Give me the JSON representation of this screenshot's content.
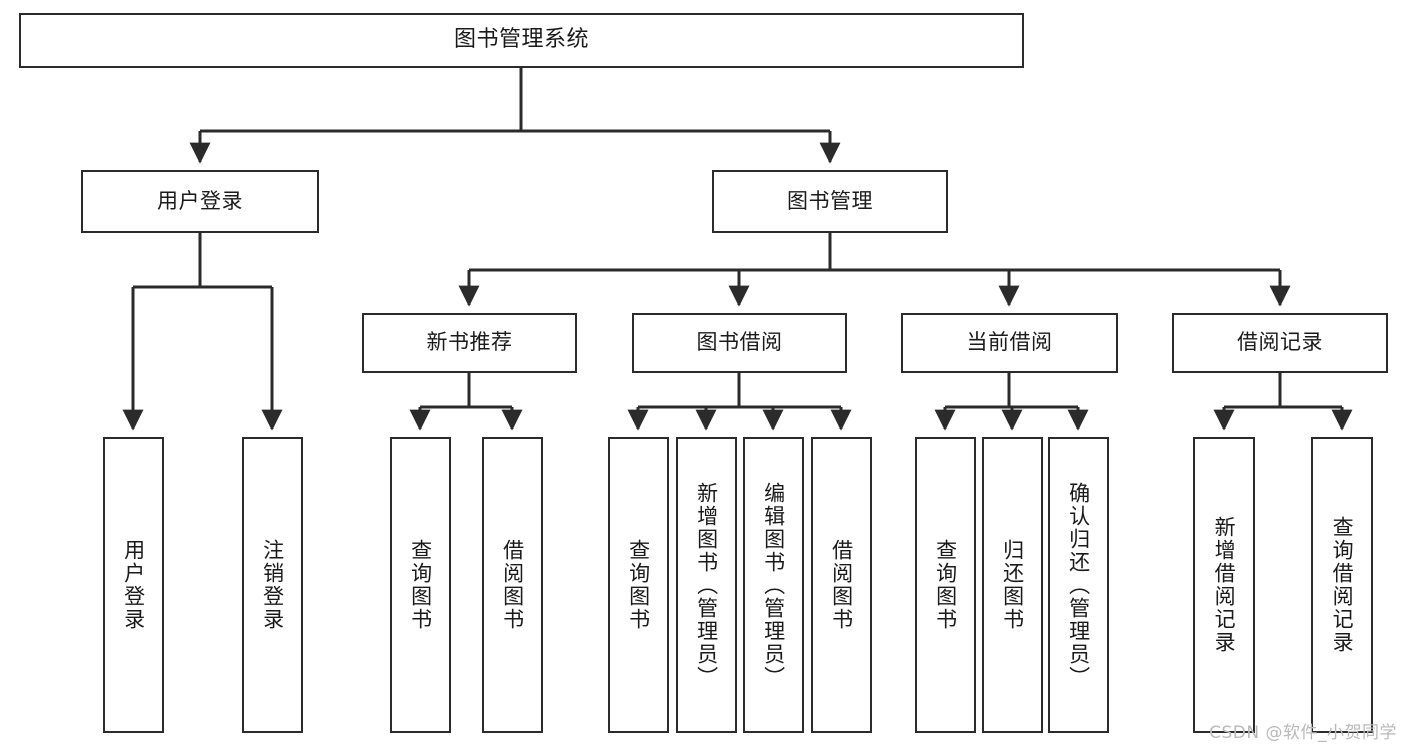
{
  "diagram": {
    "type": "tree",
    "title": "图书管理系统",
    "watermark": "CSDN @软件_小贺同学",
    "colors": {
      "box_border": "#2b2b2b",
      "box_fill": "#ffffff",
      "connector": "#2b2b2b",
      "text": "#1a1a1a",
      "watermark": "#b9b9b9",
      "background": "#ffffff"
    },
    "nodes": {
      "root": {
        "label": "图书管理系统"
      },
      "level1": [
        {
          "label": "用户登录"
        },
        {
          "label": "图书管理"
        }
      ],
      "level2": [
        {
          "label": "新书推荐"
        },
        {
          "label": "图书借阅"
        },
        {
          "label": "当前借阅"
        },
        {
          "label": "借阅记录"
        }
      ],
      "leaves_user_login": [
        {
          "label": "用户登录"
        },
        {
          "label": "注销登录"
        }
      ],
      "leaves_new_book": [
        {
          "label": "查询图书"
        },
        {
          "label": "借阅图书"
        }
      ],
      "leaves_borrow": [
        {
          "label": "查询图书"
        },
        {
          "label": "新增图书（管理员）"
        },
        {
          "label": "编辑图书（管理员）"
        },
        {
          "label": "借阅图书"
        }
      ],
      "leaves_current": [
        {
          "label": "查询图书"
        },
        {
          "label": "归还图书"
        },
        {
          "label": "确认归还（管理员）"
        }
      ],
      "leaves_record": [
        {
          "label": "新增借阅记录"
        },
        {
          "label": "查询借阅记录"
        }
      ]
    }
  }
}
